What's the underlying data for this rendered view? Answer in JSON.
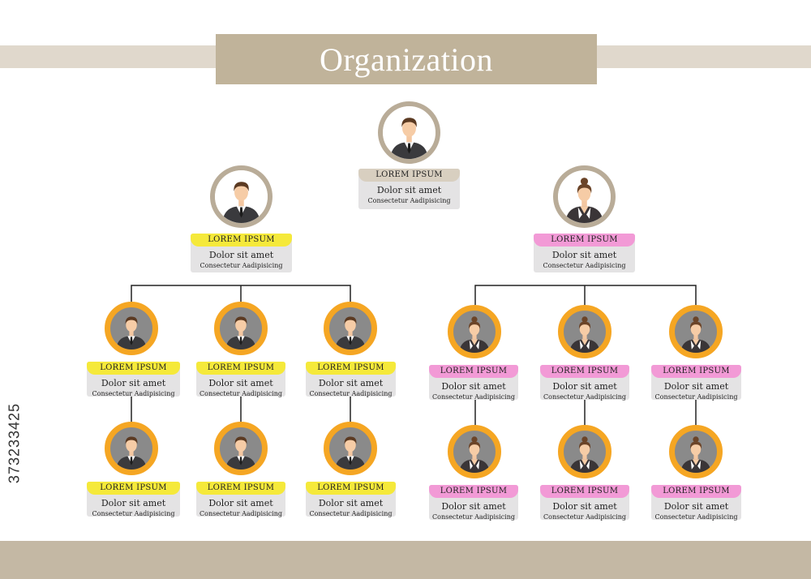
{
  "title": "Organization",
  "stock_id": "373233425",
  "colors": {
    "band": "#e0d8cc",
    "title_bg": "#c0b39a",
    "footer": "#c4b8a4",
    "yellow": "#f5e93a",
    "pink": "#f29ad6",
    "tan": "#d8cfc0",
    "orange_ring": "#f5a623"
  },
  "ceo": {
    "role": "LOREM IPSUM",
    "name": "Dolor sit amet",
    "desc": "Consectetur Aadipisicing",
    "icon": "male-avatar-icon"
  },
  "left_head": {
    "role": "LOREM IPSUM",
    "name": "Dolor sit amet",
    "desc": "Consectetur Aadipisicing",
    "icon": "male-avatar-icon"
  },
  "right_head": {
    "role": "LOREM IPSUM",
    "name": "Dolor sit amet",
    "desc": "Consectetur Aadipisicing",
    "icon": "female-avatar-icon"
  },
  "left_team": [
    {
      "role": "LOREM IPSUM",
      "name": "Dolor sit amet",
      "desc": "Consectetur Aadipisicing"
    },
    {
      "role": "LOREM IPSUM",
      "name": "Dolor sit amet",
      "desc": "Consectetur Aadipisicing"
    },
    {
      "role": "LOREM IPSUM",
      "name": "Dolor sit amet",
      "desc": "Consectetur Aadipisicing"
    },
    {
      "role": "LOREM IPSUM",
      "name": "Dolor sit amet",
      "desc": "Consectetur Aadipisicing"
    },
    {
      "role": "LOREM IPSUM",
      "name": "Dolor sit amet",
      "desc": "Consectetur Aadipisicing"
    },
    {
      "role": "LOREM IPSUM",
      "name": "Dolor sit amet",
      "desc": "Consectetur Aadipisicing"
    }
  ],
  "right_team": [
    {
      "role": "LOREM IPSUM",
      "name": "Dolor sit amet",
      "desc": "Consectetur Aadipisicing"
    },
    {
      "role": "LOREM IPSUM",
      "name": "Dolor sit amet",
      "desc": "Consectetur Aadipisicing"
    },
    {
      "role": "LOREM IPSUM",
      "name": "Dolor sit amet",
      "desc": "Consectetur Aadipisicing"
    },
    {
      "role": "LOREM IPSUM",
      "name": "Dolor sit amet",
      "desc": "Consectetur Aadipisicing"
    },
    {
      "role": "LOREM IPSUM",
      "name": "Dolor sit amet",
      "desc": "Consectetur Aadipisicing"
    },
    {
      "role": "LOREM IPSUM",
      "name": "Dolor sit amet",
      "desc": "Consectetur Aadipisicing"
    }
  ]
}
